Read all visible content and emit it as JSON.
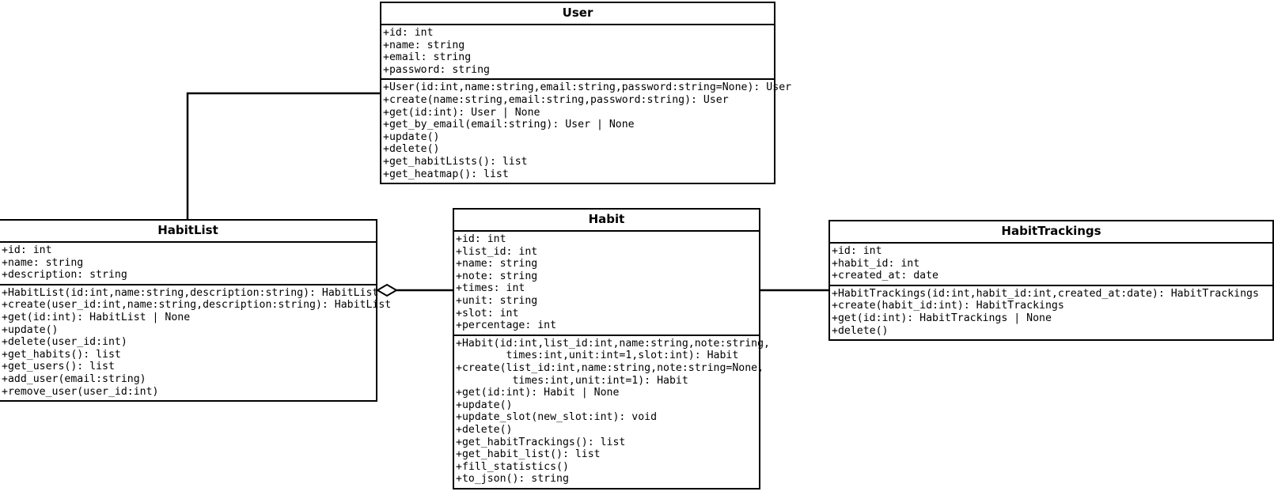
{
  "diagram": {
    "kind": "uml-class-diagram",
    "background": "#ffffff",
    "line_color": "#000000"
  },
  "classes": {
    "user": {
      "name": "User",
      "attributes": [
        "+id: int",
        "+name: string",
        "+email: string",
        "+password: string"
      ],
      "methods": [
        "+User(id:int,name:string,email:string,password:string=None): User",
        "+create(name:string,email:string,password:string): User",
        "+get(id:int): User | None",
        "+get_by_email(email:string): User | None",
        "+update()",
        "+delete()",
        "+get_habitLists(): list",
        "+get_heatmap(): list"
      ]
    },
    "habitlist": {
      "name": "HabitList",
      "attributes": [
        "+id: int",
        "+name: string",
        "+description: string"
      ],
      "methods": [
        "+HabitList(id:int,name:string,description:string): HabitList",
        "+create(user_id:int,name:string,description:string): HabitList",
        "+get(id:int): HabitList | None",
        "+update()",
        "+delete(user_id:int)",
        "+get_habits(): list",
        "+get_users(): list",
        "+add_user(email:string)",
        "+remove_user(user_id:int)"
      ]
    },
    "habit": {
      "name": "Habit",
      "attributes": [
        "+id: int",
        "+list_id: int",
        "+name: string",
        "+note: string",
        "+times: int",
        "+unit: string",
        "+slot: int",
        "+percentage: int"
      ],
      "methods": [
        "+Habit(id:int,list_id:int,name:string,note:string,",
        "        times:int,unit:int=1,slot:int): Habit",
        "+create(list_id:int,name:string,note:string=None,",
        "         times:int,unit:int=1): Habit",
        "+get(id:int): Habit | None",
        "+update()",
        "+update_slot(new_slot:int): void",
        "+delete()",
        "+get_habitTrackings(): list",
        "+get_habit_list(): list",
        "+fill_statistics()",
        "+to_json(): string"
      ]
    },
    "habittrackings": {
      "name": "HabitTrackings",
      "attributes": [
        "+id: int",
        "+habit_id: int",
        "+created_at: date"
      ],
      "methods": [
        "+HabitTrackings(id:int,habit_id:int,created_at:date): HabitTrackings",
        "+create(habit_id:int): HabitTrackings",
        "+get(id:int): HabitTrackings | None",
        "+delete()"
      ]
    }
  },
  "relations": [
    {
      "id": "user-habitlist",
      "from": "User",
      "to": "HabitList",
      "type": "association",
      "end_marker": "none"
    },
    {
      "id": "habitlist-habit",
      "from": "HabitList",
      "to": "Habit",
      "type": "aggregation",
      "end_marker": "hollow-diamond"
    },
    {
      "id": "habit-habittrackings",
      "from": "Habit",
      "to": "HabitTrackings",
      "type": "association",
      "end_marker": "none"
    }
  ]
}
